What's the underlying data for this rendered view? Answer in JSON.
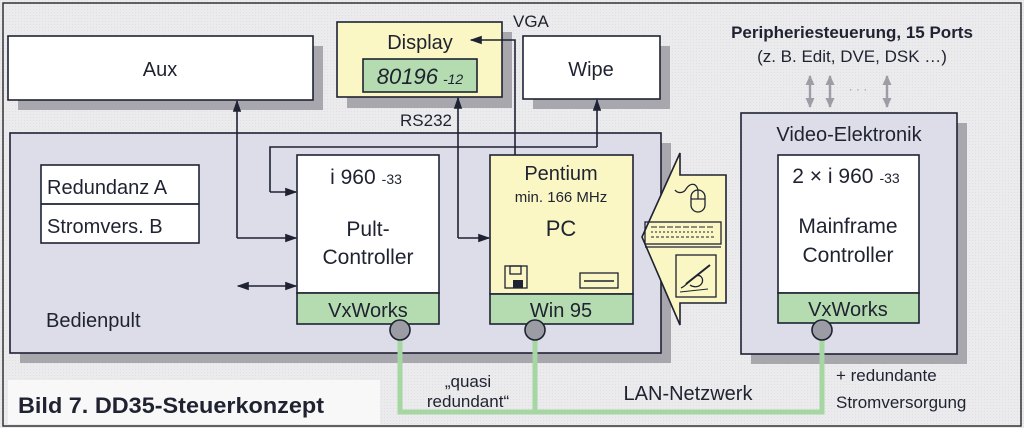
{
  "figure": {
    "caption": "Bild 7. DD35-Steuerkonzept"
  },
  "top_boxes": {
    "aux": "Aux",
    "display": {
      "title": "Display",
      "chip": "80196",
      "chip_suffix": "-12"
    },
    "wipe": "Wipe"
  },
  "connection_labels": {
    "vga": "VGA",
    "rs232": "RS232"
  },
  "peripherals": {
    "title": "Peripheriesteuerung, 15 Ports",
    "subtitle": "(z. B. Edit, DVE, DSK …)",
    "ellipsis": "· · ·"
  },
  "bedienpult": {
    "label": "Bedienpult",
    "redundancy": [
      "Redundanz A",
      "Stromvers. B"
    ],
    "pult_controller": {
      "cpu": "i 960",
      "cpu_suffix": "-33",
      "name_line1": "Pult-",
      "name_line2": "Controller",
      "os": "VxWorks"
    },
    "pc": {
      "cpu": "Pentium",
      "clock": "min. 166 MHz",
      "name": "PC",
      "os": "Win 95",
      "icons": [
        "floppy-disk-icon",
        "disk-drive-icon"
      ]
    }
  },
  "input_devices": {
    "icons": [
      "mouse-icon",
      "keyboard-icon",
      "pen-tablet-icon"
    ]
  },
  "video_elektronik": {
    "label": "Video-Elektronik",
    "mainframe": {
      "cpu": "2 × i 960",
      "cpu_suffix": "-33",
      "name_line1": "Mainframe",
      "name_line2": "Controller",
      "os": "VxWorks"
    }
  },
  "network": {
    "label": "LAN-Netzwerk",
    "quasi_line1": "„quasi",
    "quasi_line2": "redundant“",
    "power_line1": "+ redundante",
    "power_line2": "Stromversorgung"
  },
  "colors": {
    "background": "#ebebed",
    "panel": "#dcdde8",
    "pc_yellow": "#fbf7c4",
    "os_green": "#b5dbb0",
    "lan_green": "#a6d6a2",
    "node_gray": "#9c9ca4",
    "line": "#1e2233"
  }
}
